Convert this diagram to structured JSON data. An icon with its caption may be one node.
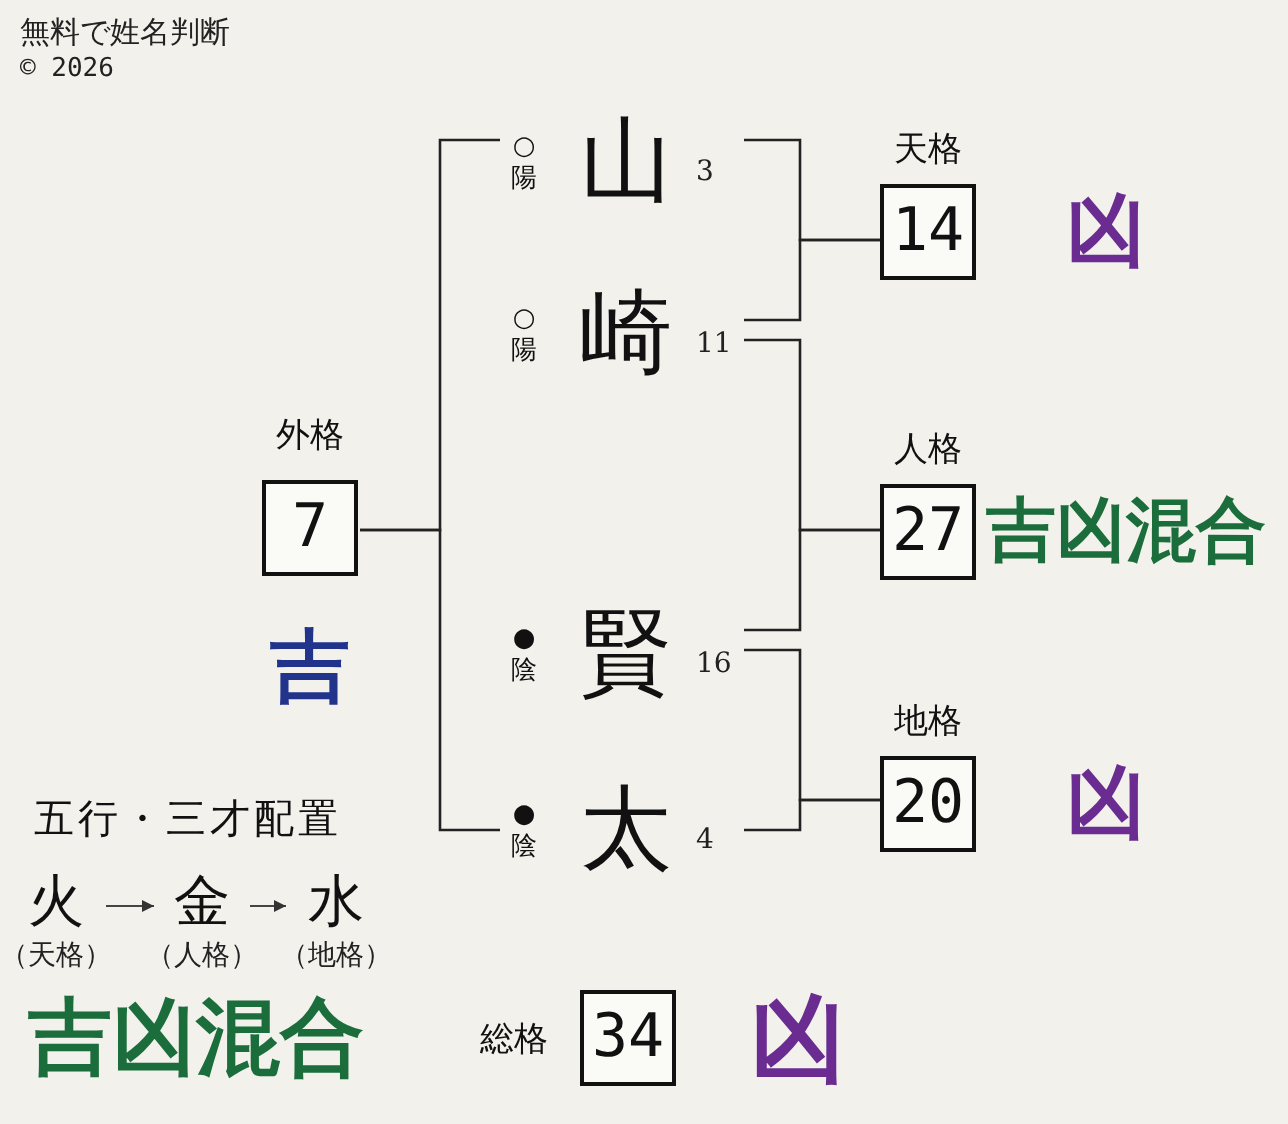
{
  "diagram": {
    "nodes": [
      {
        "text": [
          "山"
        ],
        "beside": [
          "○ 陽",
          "3"
        ]
      },
      {
        "text": [
          "崎"
        ],
        "beside": [
          "○ 陽",
          "11"
        ]
      },
      {
        "text": [
          "賢"
        ],
        "beside": [
          "● 陰",
          "16"
        ]
      },
      {
        "text": [
          "太"
        ],
        "beside": [
          "● 陰",
          "4"
        ]
      },
      {
        "text": [
          "天格",
          "14"
        ],
        "beside": [
          "凶"
        ]
      },
      {
        "text": [
          "人格",
          "27"
        ],
        "beside": [
          "吉凶混合"
        ]
      },
      {
        "text": [
          "地格",
          "20"
        ],
        "beside": [
          "凶"
        ]
      },
      {
        "text": [
          "外格",
          "7"
        ],
        "beside": [
          "吉"
        ]
      },
      {
        "text": [
          "総格",
          "34"
        ],
        "beside": [
          "凶"
        ]
      },
      {
        "text": [
          "火"
        ],
        "beside": [
          "（天格）"
        ]
      },
      {
        "text": [
          "金"
        ],
        "beside": [
          "（人格）"
        ]
      },
      {
        "text": [
          "水"
        ],
        "beside": [
          "（地格）"
        ]
      }
    ],
    "edges": [
      {
        "from": 0,
        "to": 4,
        "arrow": "none"
      },
      {
        "from": 1,
        "to": 4,
        "arrow": "none"
      },
      {
        "from": 1,
        "to": 5,
        "arrow": "none"
      },
      {
        "from": 2,
        "to": 5,
        "arrow": "none"
      },
      {
        "from": 2,
        "to": 6,
        "arrow": "none"
      },
      {
        "from": 3,
        "to": 6,
        "arrow": "none"
      },
      {
        "from": 0,
        "to": 7,
        "arrow": "none"
      },
      {
        "from": 3,
        "to": 7,
        "arrow": "none"
      },
      {
        "from": 9,
        "to": 10,
        "arrow": "to"
      },
      {
        "from": 10,
        "to": 11,
        "arrow": "to"
      }
    ],
    "labels": [
      "無料で姓名判断",
      "© 2026",
      "五行・三才配置",
      "吉凶混合"
    ]
  }
}
